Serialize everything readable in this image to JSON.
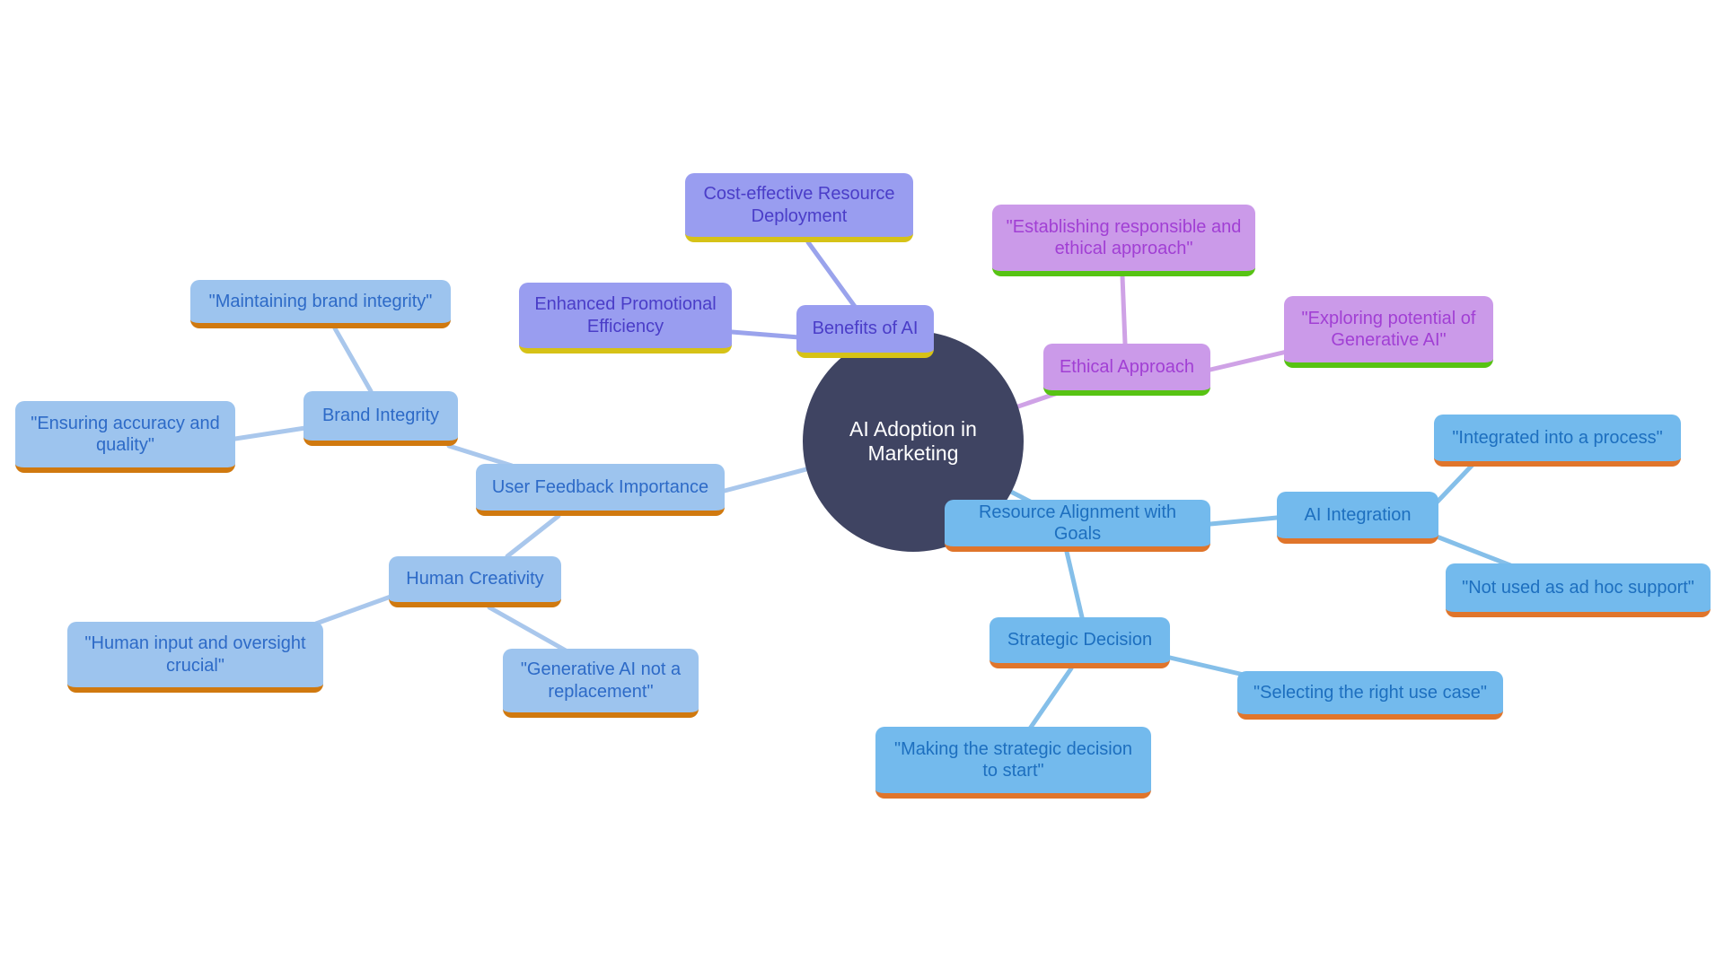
{
  "diagram": {
    "type": "mindmap",
    "title": "AI Adoption in Marketing",
    "colors": {
      "background": "#ffffff",
      "center_fill": "#3f4462",
      "center_text": "#ffffff",
      "benefits_branch_fill": "#999df0",
      "benefits_branch_text": "#4a3dc8",
      "benefits_branch_underline": "#d6c217",
      "ethical_branch_fill": "#cb9ae9",
      "ethical_branch_text": "#a13fd4",
      "ethical_branch_underline": "#57c313",
      "left_blue_branch_fill": "#9dc4ee",
      "left_blue_branch_text": "#2d6ac7",
      "left_blue_branch_underline": "#d0790f",
      "right_blue_branch_fill": "#73baed",
      "right_blue_branch_text": "#1d6fbf",
      "right_blue_branch_underline": "#e0752b"
    }
  },
  "nodes": {
    "center": {
      "label": "AI Adoption in Marketing"
    },
    "benefits": {
      "label": "Benefits of AI"
    },
    "cost_effective": {
      "label": "Cost-effective Resource Deployment"
    },
    "enhanced": {
      "label": "Enhanced Promotional Efficiency"
    },
    "ethical": {
      "label": "Ethical Approach"
    },
    "establishing": {
      "label": "\"Establishing responsible and ethical approach\""
    },
    "exploring": {
      "label": "\"Exploring potential of Generative AI\""
    },
    "brand_integrity": {
      "label": "Brand Integrity"
    },
    "maintaining": {
      "label": "\"Maintaining brand integrity\""
    },
    "ensuring": {
      "label": "\"Ensuring accuracy and quality\""
    },
    "user_feedback": {
      "label": "User Feedback Importance"
    },
    "human_creativity": {
      "label": "Human Creativity"
    },
    "human_input": {
      "label": "\"Human input and oversight crucial\""
    },
    "generative_not": {
      "label": "\"Generative AI not a replacement\""
    },
    "resource_alignment": {
      "label": "Resource Alignment with Goals"
    },
    "ai_integration": {
      "label": "AI Integration"
    },
    "integrated": {
      "label": "\"Integrated into a process\""
    },
    "not_adhoc": {
      "label": "\"Not used as ad hoc support\""
    },
    "strategic": {
      "label": "Strategic Decision"
    },
    "selecting": {
      "label": "\"Selecting the right use case\""
    },
    "making": {
      "label": "\"Making the strategic decision to start\""
    }
  }
}
